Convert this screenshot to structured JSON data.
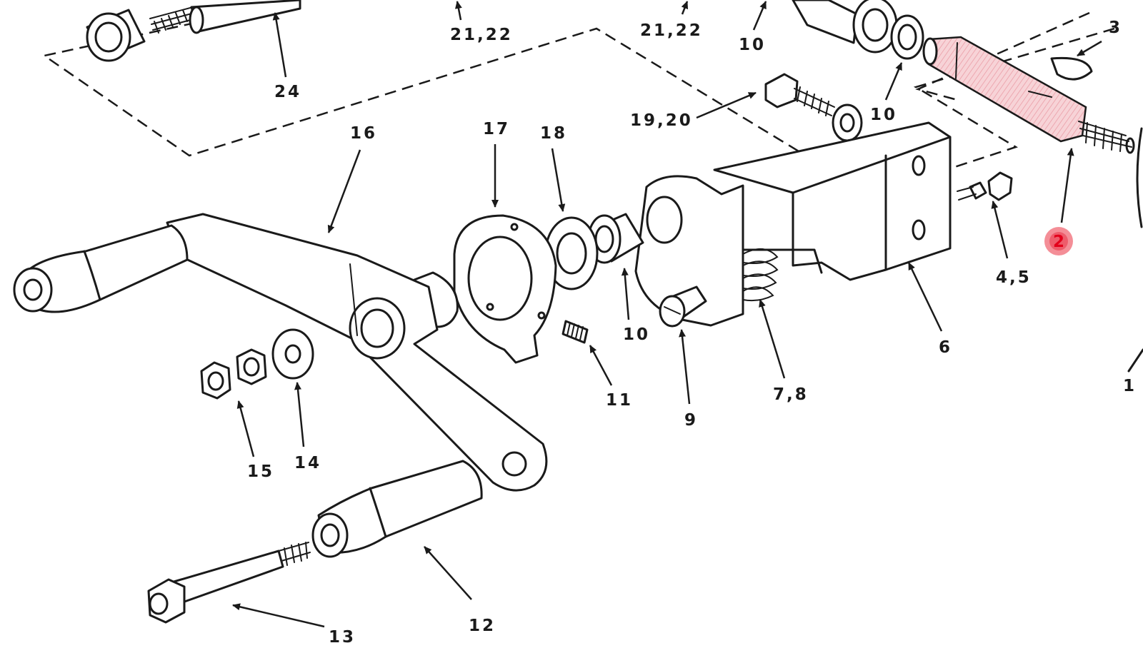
{
  "diagram": {
    "labels": [
      {
        "id": "l24",
        "text": "24"
      },
      {
        "id": "l2122a",
        "text": "21,22"
      },
      {
        "id": "l2122b",
        "text": "21,22"
      },
      {
        "id": "l10a",
        "text": "10"
      },
      {
        "id": "l3",
        "text": "3"
      },
      {
        "id": "l10b",
        "text": "10"
      },
      {
        "id": "l1920",
        "text": "19,20"
      },
      {
        "id": "l16",
        "text": "16"
      },
      {
        "id": "l17",
        "text": "17"
      },
      {
        "id": "l18",
        "text": "18"
      },
      {
        "id": "l2",
        "text": "2"
      },
      {
        "id": "l45",
        "text": "4,5"
      },
      {
        "id": "l10c",
        "text": "10"
      },
      {
        "id": "l6",
        "text": "6"
      },
      {
        "id": "l11",
        "text": "11"
      },
      {
        "id": "l9",
        "text": "9"
      },
      {
        "id": "l78",
        "text": "7,8"
      },
      {
        "id": "l1",
        "text": "1"
      },
      {
        "id": "l15",
        "text": "15"
      },
      {
        "id": "l14",
        "text": "14"
      },
      {
        "id": "l12",
        "text": "12"
      },
      {
        "id": "l13",
        "text": "13"
      }
    ],
    "highlight": {
      "part": "2",
      "color": "#e3001b",
      "tint": "#f4b6bd"
    }
  }
}
